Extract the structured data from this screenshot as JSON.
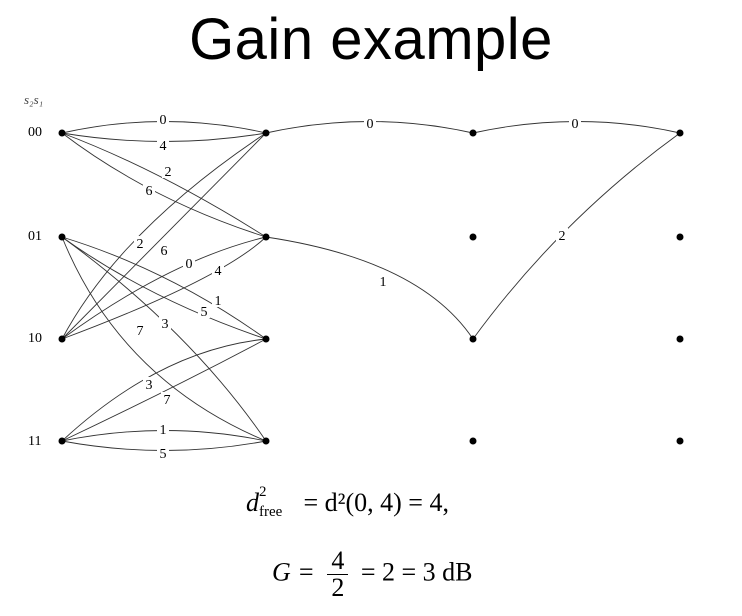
{
  "title": "Gain example",
  "header": "s₂s₁",
  "states": [
    "00",
    "01",
    "10",
    "11"
  ],
  "branch_labels": {
    "s0": {
      "00-00": "0",
      "00-01": "2",
      "01-00": "2",
      "01-01": "0",
      "10-00": "6",
      "10-01": "4",
      "00-10": "4",
      "00-11": "6",
      "01-10": "5",
      "01-11": "7",
      "10-10": "1",
      "10-11": "3",
      "11-10": "3",
      "11-11": "1",
      "11-00": "7",
      "11-01": "5"
    },
    "path": {
      "p1": "0",
      "p2": "0",
      "p3": "1",
      "p4": "2"
    }
  },
  "equations": {
    "dfree_lhs": "d",
    "dfree_sup": "2",
    "dfree_sub": "free",
    "dfree_rhs": " = d²(0, 4) = 4,",
    "g_lhs": "G =",
    "g_num": "4",
    "g_den": "2",
    "g_rhs": "= 2 = 3 dB"
  }
}
